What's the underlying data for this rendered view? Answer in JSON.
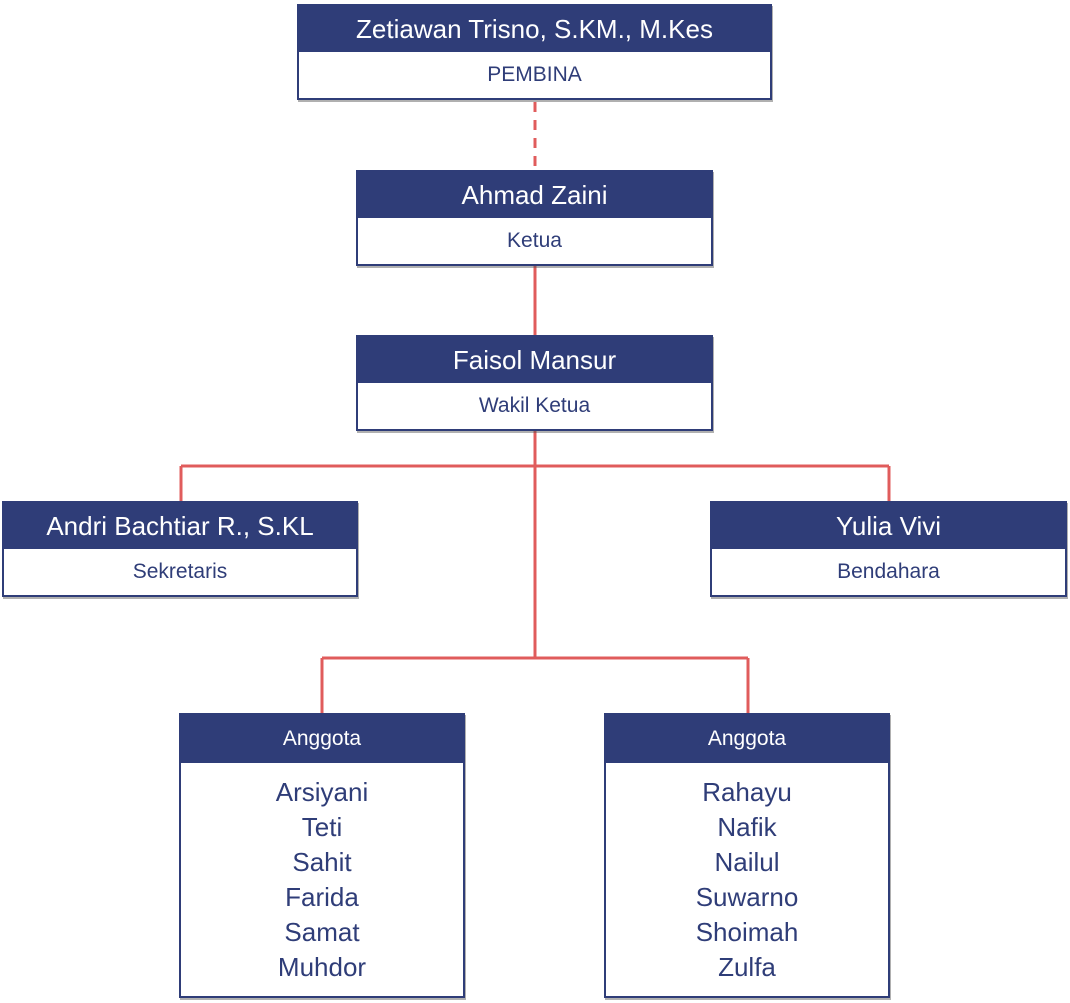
{
  "colors": {
    "header_bg": "#2f3d78",
    "header_text": "#ffffff",
    "body_text": "#2f3d78",
    "connector": "#e05c5c"
  },
  "pembina": {
    "name": "Zetiawan Trisno, S.KM., M.Kes",
    "role": "PEMBINA"
  },
  "ketua": {
    "name": "Ahmad Zaini",
    "role": "Ketua"
  },
  "wakil_ketua": {
    "name": "Faisol Mansur",
    "role": "Wakil Ketua"
  },
  "sekretaris": {
    "name": "Andri Bachtiar R., S.KL",
    "role": "Sekretaris"
  },
  "bendahara": {
    "name": "Yulia Vivi",
    "role": "Bendahara"
  },
  "anggota_groups": [
    {
      "title": "Anggota",
      "members": [
        "Arsiyani",
        "Teti",
        "Sahit",
        "Farida",
        "Samat",
        "Muhdor"
      ]
    },
    {
      "title": "Anggota",
      "members": [
        "Rahayu",
        "Nafik",
        "Nailul",
        "Suwarno",
        "Shoimah",
        "Zulfa"
      ]
    }
  ]
}
